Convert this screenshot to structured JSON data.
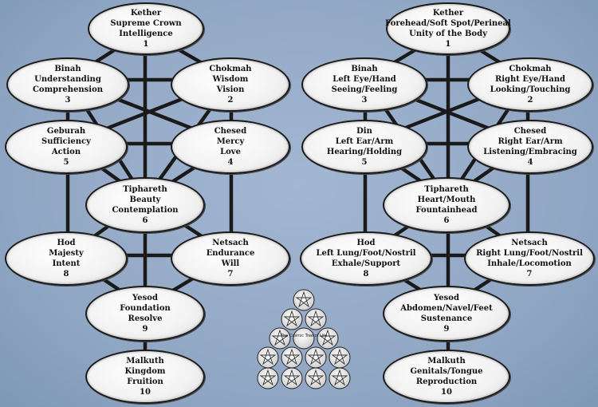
{
  "left_tree": {
    "kether": {
      "name": "Kether",
      "line1": "Supreme Crown",
      "line2": "Intelligence",
      "num": "1"
    },
    "binah": {
      "name": "Binah",
      "line1": "Understanding",
      "line2": "Comprehension",
      "num": "3"
    },
    "chokmah": {
      "name": "Chokmah",
      "line1": "Wisdom",
      "line2": "Vision",
      "num": "2"
    },
    "geburah": {
      "name": "Geburah",
      "line1": "Sufficiency",
      "line2": "Action",
      "num": "5"
    },
    "chesed": {
      "name": "Chesed",
      "line1": "Mercy",
      "line2": "Love",
      "num": "4"
    },
    "tiphareth": {
      "name": "Tiphareth",
      "line1": "Beauty",
      "line2": "Contemplation",
      "num": "6"
    },
    "hod": {
      "name": "Hod",
      "line1": "Majesty",
      "line2": "Intent",
      "num": "8"
    },
    "netzach": {
      "name": "Netsach",
      "line1": "Endurance",
      "line2": "Will",
      "num": "7"
    },
    "yesod": {
      "name": "Yesod",
      "line1": "Foundation",
      "line2": "Resolve",
      "num": "9"
    },
    "malkuth": {
      "name": "Malkuth",
      "line1": "Kingdom",
      "line2": "Fruition",
      "num": "10"
    }
  },
  "right_tree": {
    "kether": {
      "name": "Kether",
      "line1": "Forehead/Soft Spot/Perineal",
      "line2": "Unity of the Body",
      "num": "1"
    },
    "binah": {
      "name": "Binah",
      "line1": "Left Eye/Hand",
      "line2": "Seeing/Feeling",
      "num": "3"
    },
    "chokmah": {
      "name": "Chokmah",
      "line1": "Right Eye/Hand",
      "line2": "Looking/Touching",
      "num": "2"
    },
    "daath": {
      "name": "Din",
      "line1": "Left Ear/Arm",
      "line2": "Hearing/Holding",
      "num": "5"
    },
    "chesed": {
      "name": "Chesed",
      "line1": "Right Ear/Arm",
      "line2": "Listening/Embracing",
      "num": "4"
    },
    "tiphareth": {
      "name": "Tiphareth",
      "line1": "Heart/Mouth",
      "line2": "Fountainhead",
      "num": "6"
    },
    "hod": {
      "name": "Hod",
      "line1": "Left Lung/Foot/Nostril",
      "line2": "Exhale/Support",
      "num": "8"
    },
    "netzach": {
      "name": "Netsach",
      "line1": "Right Lung/Foot/Nostril",
      "line2": "Inhale/Locomotion",
      "num": "7"
    },
    "yesod": {
      "name": "Yesod",
      "line1": "Abdomen/Navel/Feet",
      "line2": "Sustenance",
      "num": "9"
    },
    "malkuth": {
      "name": "Malkuth",
      "line1": "Genitals/Tongue",
      "line2": "Reproduction",
      "num": "10"
    }
  },
  "emblem": {
    "label": "The Cosmic Tree of Life"
  }
}
